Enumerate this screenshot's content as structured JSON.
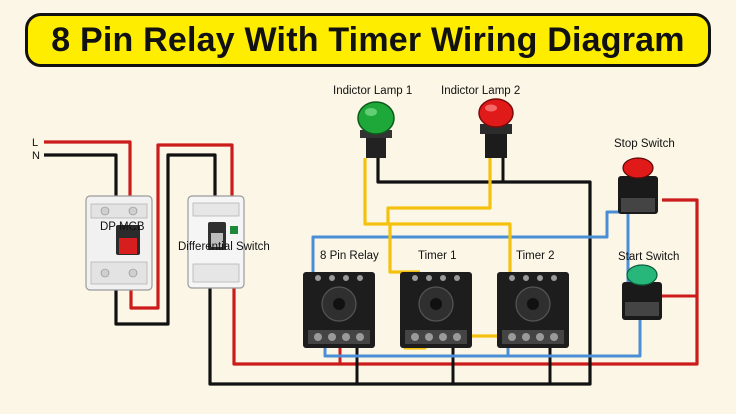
{
  "title": "8 Pin Relay With Timer Wiring Diagram",
  "labels": {
    "line": "L",
    "neutral": "N",
    "mcb": "DP MCB",
    "differential": "Differential Switch",
    "relay": "8 Pin Relay",
    "timer1": "Timer 1",
    "timer2": "Timer 2",
    "lamp1": "Indictor Lamp 1",
    "lamp2": "Indictor Lamp 2",
    "stop": "Stop Switch",
    "start": "Start Switch"
  },
  "colors": {
    "background": "#fbf6e6",
    "title_bg": "#ffed00",
    "wire_line": "#cc1b1b",
    "wire_neutral": "#111111",
    "wire_control": "#f4c20d",
    "wire_signal": "#4a8fd6",
    "lamp_green": "#1fa83a",
    "lamp_red": "#e01919"
  }
}
